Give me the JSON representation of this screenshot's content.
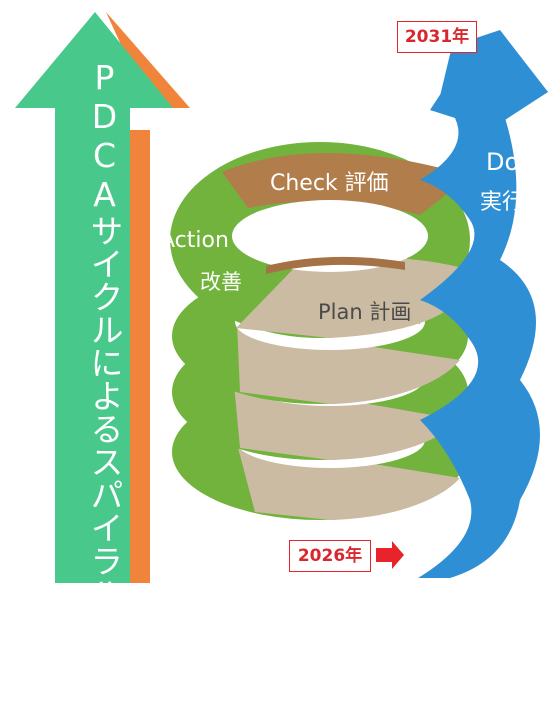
{
  "arrow": {
    "text": "PDCAサイクルによるスパイラルアップ",
    "fill": "#48c98b",
    "shadow": "#f0843a"
  },
  "phases": {
    "check": "Check 評価",
    "do_en": "Do",
    "do_jp": "実行",
    "action_en": "Action",
    "action_jp": "改善",
    "plan": "Plan 計画"
  },
  "years": {
    "end": "2031年",
    "start": "2026年"
  },
  "colors": {
    "plan": "#cbbba2",
    "check": "#b17d4b",
    "action": "#71b33c",
    "do": "#2f8fd4",
    "year_red": "#e8242a"
  }
}
